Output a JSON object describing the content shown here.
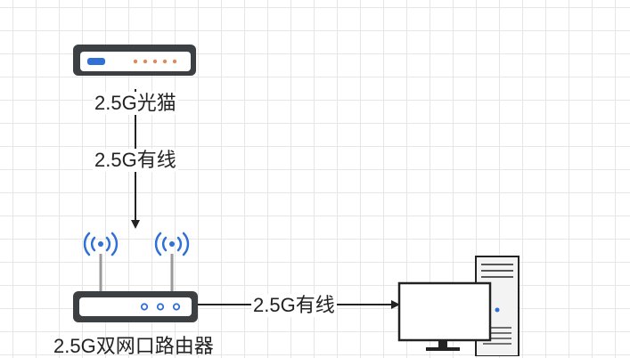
{
  "nodes": {
    "modem": {
      "label": "2.5G光猫",
      "icon": "modem-icon"
    },
    "router": {
      "label": "2.5G双网口路由器",
      "icon": "router-icon"
    },
    "computer": {
      "icon": "desktop-computer-icon"
    }
  },
  "edges": {
    "modem_to_router": {
      "label": "2.5G有线"
    },
    "router_to_computer": {
      "label": "2.5G有线"
    }
  },
  "colors": {
    "device_body": "#3c4043",
    "led_orange": "#e0895a",
    "indicator_blue": "#2f6fd6",
    "line": "#222222"
  }
}
